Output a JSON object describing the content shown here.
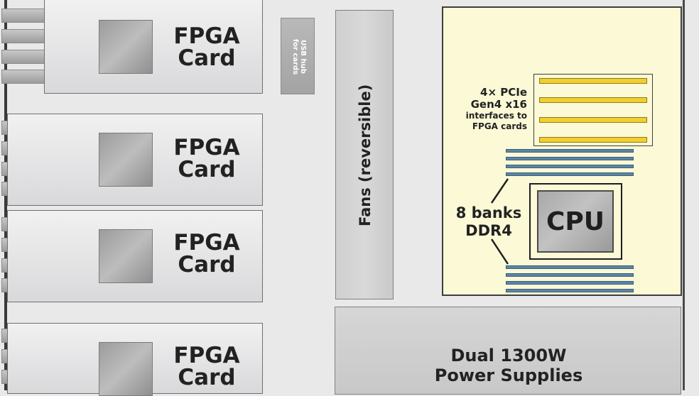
{
  "fpga_cards": [
    {
      "line1": "FPGA",
      "line2": "Card"
    },
    {
      "line1": "FPGA",
      "line2": "Card"
    },
    {
      "line1": "FPGA",
      "line2": "Card"
    },
    {
      "line1": "FPGA",
      "line2": "Card"
    }
  ],
  "usb_hub": {
    "line1": "USB hub",
    "line2": "for cards"
  },
  "fans": {
    "label": "Fans (reversible)"
  },
  "pcie": {
    "line1": "4× PCIe",
    "line2": "Gen4 x16",
    "line3": "interfaces to",
    "line4": "FPGA cards",
    "slot_count": 4
  },
  "memory": {
    "line1": "8 banks",
    "line2": "DDR4"
  },
  "cpu": {
    "label": "CPU"
  },
  "power": {
    "line1": "Dual 1300W",
    "line2": "Power Supplies"
  },
  "colors": {
    "board": "#fbf9d6",
    "pcie_slot": "#f2cf2c",
    "dimm": "#5c86a5",
    "card": "#e3e3e4",
    "background": "#e9e9ea"
  }
}
